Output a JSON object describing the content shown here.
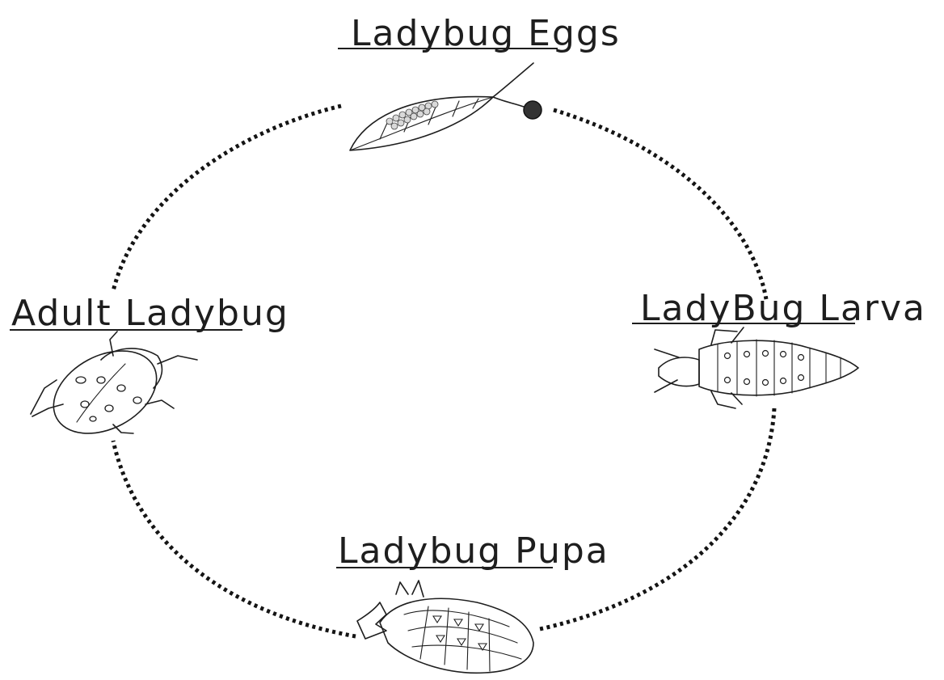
{
  "title": "",
  "stages": {
    "eggs": "Ladybug Eggs",
    "larva": "LadyBug Larva",
    "pupa": "Ladybug Pupa",
    "adult": "Adult Ladybug"
  }
}
